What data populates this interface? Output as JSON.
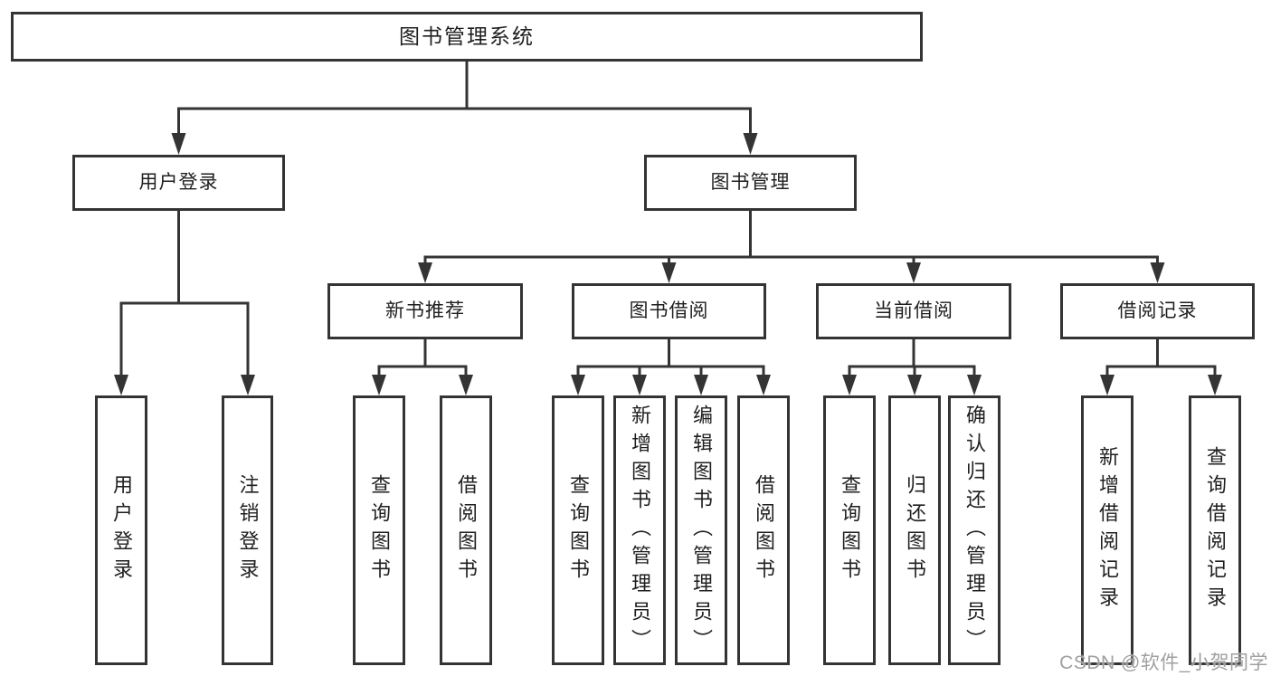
{
  "tree": {
    "root": "图书管理系统",
    "branches": [
      {
        "label": "用户登录",
        "leaves": [
          "用户登录",
          "注销登录"
        ]
      },
      {
        "label": "图书管理",
        "groups": [
          {
            "label": "新书推荐",
            "leaves": [
              "查询图书",
              "借阅图书"
            ]
          },
          {
            "label": "图书借阅",
            "leaves": [
              "查询图书",
              "新增图书（管理员）",
              "编辑图书（管理员）",
              "借阅图书"
            ]
          },
          {
            "label": "当前借阅",
            "leaves": [
              "查询图书",
              "归还图书",
              "确认归还（管理员）"
            ]
          },
          {
            "label": "借阅记录",
            "leaves": [
              "新增借阅记录",
              "查询借阅记录"
            ]
          }
        ]
      }
    ]
  },
  "watermark": {
    "text": "CSDN @软件_小贺同学"
  },
  "colors": {
    "line": "#343434",
    "box_border": "#343434",
    "box_fill": "#ffffff",
    "text": "#1f1f1f",
    "watermark": "#a0a0a0",
    "background": "#ffffff"
  }
}
